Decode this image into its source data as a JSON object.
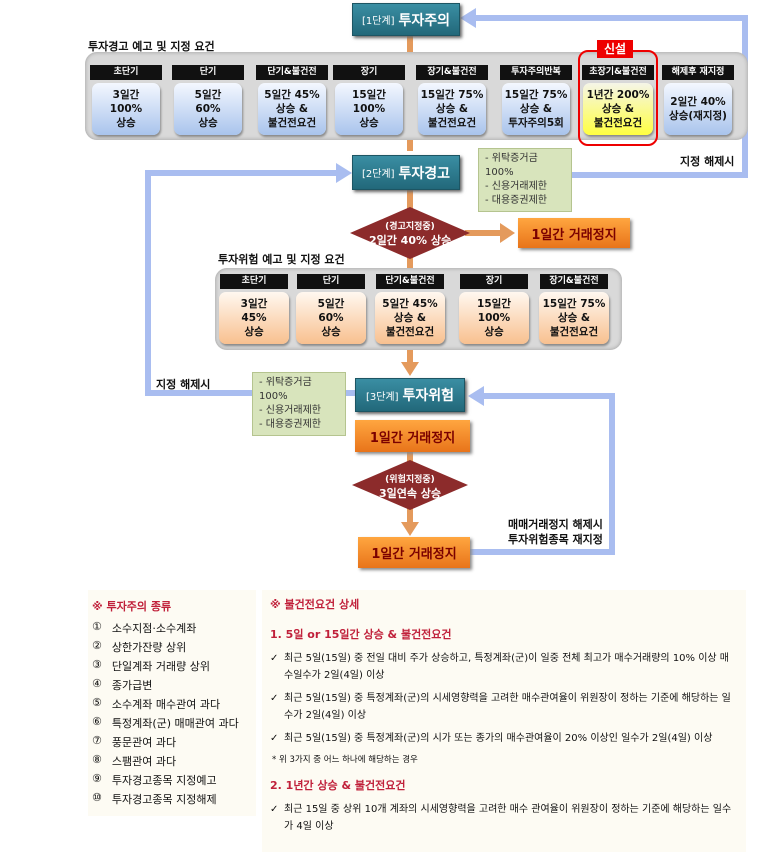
{
  "stage1": {
    "prefix": "[1단계]",
    "name": "투자주의"
  },
  "stage2": {
    "prefix": "[2단계]",
    "name": "투자경고"
  },
  "stage3": {
    "prefix": "[3단계]",
    "name": "투자위험"
  },
  "warning_req": {
    "title": "투자경고 예고 및 지정 요건",
    "new_badge": "신설",
    "items": [
      {
        "tag": "초단기",
        "text": "3일간\n100%\n상승"
      },
      {
        "tag": "단기",
        "text": "5일간\n60%\n상승"
      },
      {
        "tag": "단기&불건전",
        "text": "5일간 45%\n상승 &\n불건전요건"
      },
      {
        "tag": "장기",
        "text": "15일간\n100%\n상승"
      },
      {
        "tag": "장기&불건전",
        "text": "15일간 75%\n상승 &\n불건전요건"
      },
      {
        "tag": "투자주의반복",
        "text": "15일간 75%\n상승 &\n투자주의5회"
      },
      {
        "tag": "초장기&불건전",
        "text": "1년간 200%\n상승 &\n불건전요건"
      },
      {
        "tag": "해제후 재지정",
        "text": "2일간 40%\n상승(재지정)"
      }
    ]
  },
  "release_label_top": "지정 해제시",
  "release_label_left": "지정 해제시",
  "restrictions": [
    "- 위탁증거금100%",
    "- 신용거래제한",
    "- 대용증권제한"
  ],
  "diamond1": {
    "sub": "(경고지정중)",
    "main": "2일간 40% 상승"
  },
  "halt_label": "1일간 거래정지",
  "risk_req": {
    "title": "투자위험 예고 및 지정 요건",
    "items": [
      {
        "tag": "초단기",
        "text": "3일간\n45%\n상승"
      },
      {
        "tag": "단기",
        "text": "5일간\n60%\n상승"
      },
      {
        "tag": "단기&불건전",
        "text": "5일간 45%\n상승 &\n불건전요건"
      },
      {
        "tag": "장기",
        "text": "15일간\n100%\n상승"
      },
      {
        "tag": "장기&불건전",
        "text": "15일간 75%\n상승 &\n불건전요건"
      }
    ]
  },
  "diamond2": {
    "sub": "(위험지정중)",
    "main": "3일연속 상승"
  },
  "redesignate_label": [
    "매매거래정지 해제시",
    "투자위험종목 재지정"
  ],
  "caution_types": {
    "title": "※ 투자주의 종류",
    "items": [
      {
        "num": "①",
        "text": "소수지점·소수계좌"
      },
      {
        "num": "②",
        "text": "상한가잔량 상위"
      },
      {
        "num": "③",
        "text": "단일계좌 거래량 상위"
      },
      {
        "num": "④",
        "text": "종가급변"
      },
      {
        "num": "⑤",
        "text": "소수계좌 매수관여 과다"
      },
      {
        "num": "⑥",
        "text": "특정계좌(군) 매매관여 과다"
      },
      {
        "num": "⑦",
        "text": "풍문관여 과다"
      },
      {
        "num": "⑧",
        "text": "스팸관여 과다"
      },
      {
        "num": "⑨",
        "text": "투자경고종목 지정예고"
      },
      {
        "num": "⑩",
        "text": "투자경고종목 지정해제"
      }
    ]
  },
  "unfair_detail": {
    "title": "※ 불건전요건 상세",
    "sec1": {
      "title": "1.   5일 or 15일간 상승 & 불건전요건",
      "items": [
        "최근 5일(15일) 중 전일 대비 주가 상승하고, 특정계좌(군)이 일중 전체 최고가 매수거래량의 10% 이상 매수일수가 2일(4일) 이상",
        "최근 5일(15일) 중 특정계좌(군)의 시세영향력을 고려한 매수관여율이 위원장이 정하는 기준에 해당하는 일수가 2일(4일) 이상",
        "최근 5일(15일) 중 특정계좌(군)의 시가 또는 종가의 매수관여율이 20% 이상인 일수가 2일(4일) 이상"
      ],
      "footnote": "* 위 3가지 중 어느 하나에 해당하는 경우"
    },
    "sec2": {
      "title": "2. 1년간 상승 & 불건전요건",
      "items": [
        "최근 15일 중 상위 10개 계좌의 시세영향력을 고려한 매수 관여율이 위원장이 정하는 기준에 해당하는 일수가 4일 이상"
      ]
    }
  }
}
